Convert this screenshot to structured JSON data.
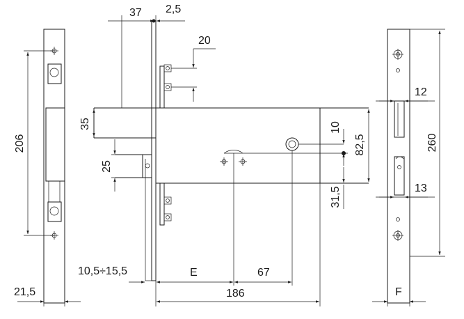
{
  "dimensions": {
    "d37": "37",
    "d2_5": "2,5",
    "d20": "20",
    "d206": "206",
    "d35": "35",
    "d25": "25",
    "d10": "10",
    "d82_5": "82,5",
    "d31_5": "31,5",
    "d10_5_15_5": "10,5÷15,5",
    "dE": "E",
    "d67": "67",
    "d186": "186",
    "d21_5": "21,5",
    "d12": "12",
    "d260": "260",
    "d13": "13",
    "dF": "F"
  },
  "colors": {
    "line": "#1a1a1a",
    "background": "#ffffff"
  }
}
